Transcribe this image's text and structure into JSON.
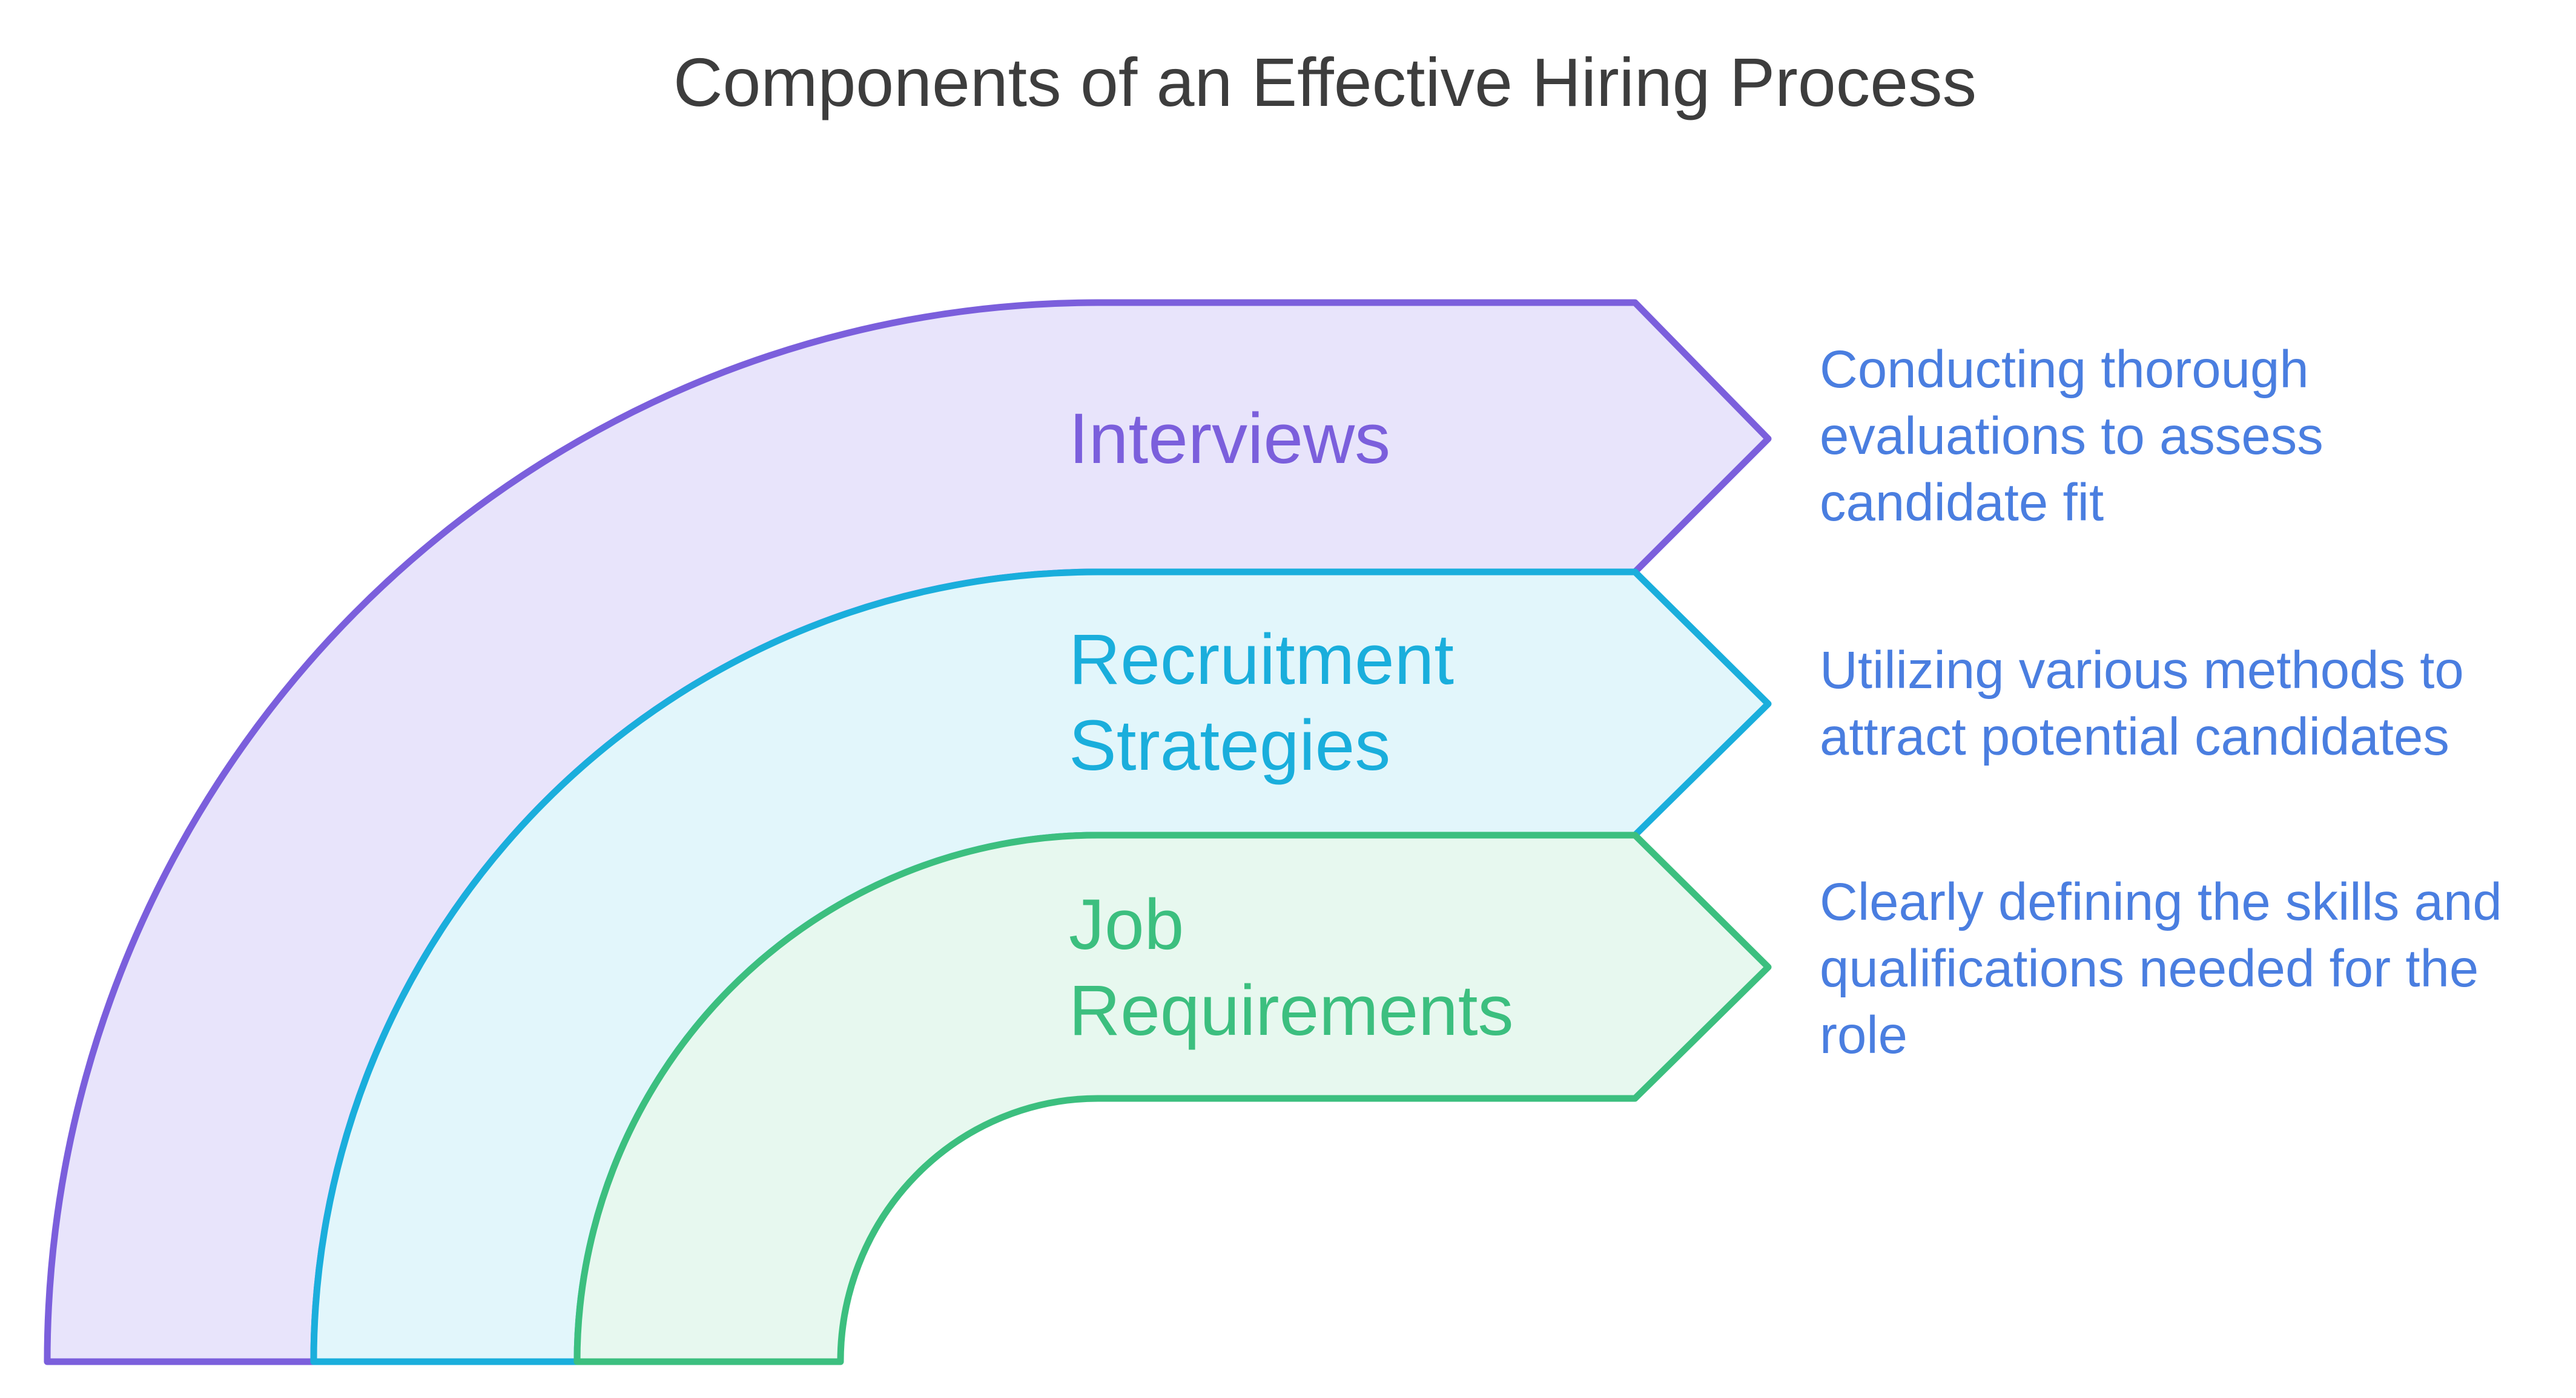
{
  "title": "Components of an Effective Hiring Process",
  "colors": {
    "title": "#3d3d3d",
    "description": "#4a7ee0"
  },
  "stages": [
    {
      "id": "interviews",
      "label_lines": [
        "Interviews"
      ],
      "description_lines": [
        "Conducting thorough",
        "evaluations to assess",
        "candidate fit"
      ],
      "stroke": "#7b5fdc",
      "fill": "#e8e4fb",
      "text_color": "#7b5fdc"
    },
    {
      "id": "recruitment-strategies",
      "label_lines": [
        "Recruitment",
        "Strategies"
      ],
      "description_lines": [
        "Utilizing various methods to",
        "attract potential candidates"
      ],
      "stroke": "#1aaedc",
      "fill": "#e2f6fb",
      "text_color": "#1aaedc"
    },
    {
      "id": "job-requirements",
      "label_lines": [
        "Job",
        "Requirements"
      ],
      "description_lines": [
        "Clearly defining the skills and",
        "qualifications needed for the",
        "role"
      ],
      "stroke": "#3cbf7f",
      "fill": "#e7f8ef",
      "text_color": "#3cbf7f"
    }
  ]
}
